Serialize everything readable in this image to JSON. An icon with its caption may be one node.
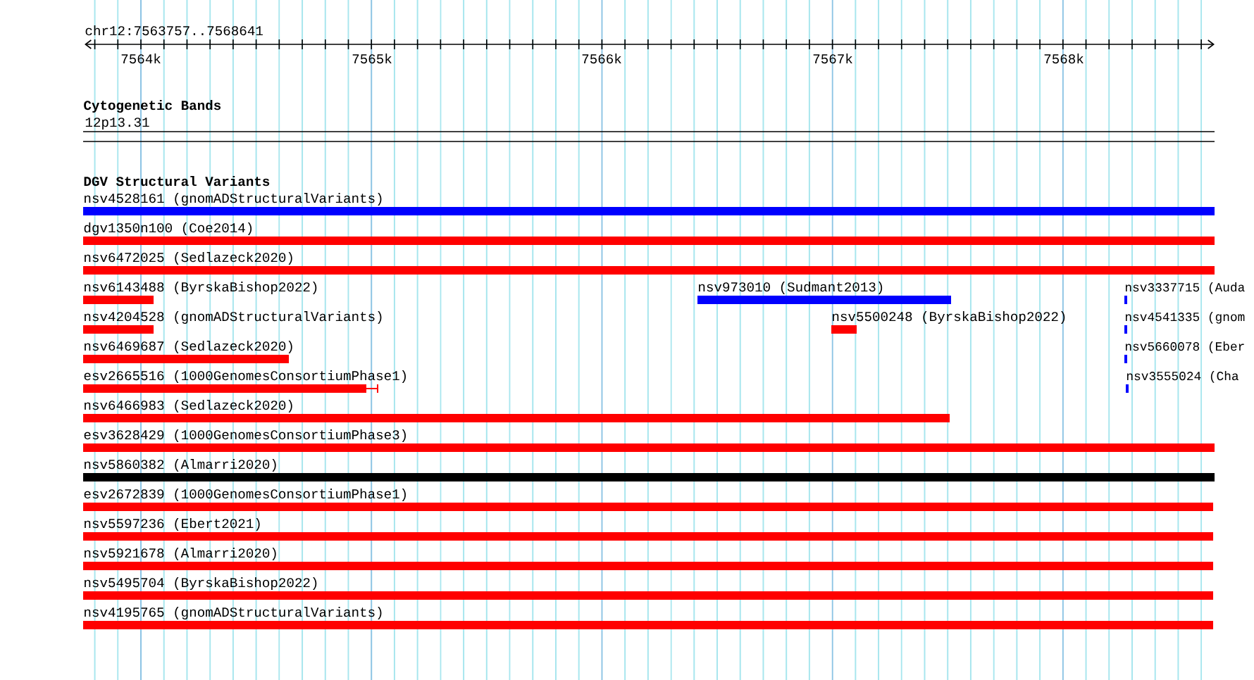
{
  "diagram": {
    "labels": [
      "chr12:7563757..7568641",
      "7564k",
      "7565k",
      "7566k",
      "7567k",
      "7568k",
      "Cytogenetic Bands",
      "12p13.31",
      "DGV Structural Variants",
      "nsv4528161 (gnomADStructuralVariants)",
      "dgv1350n100 (Coe2014)",
      "nsv6472025 (Sedlazeck2020)",
      "nsv6143488 (ByrskaBishop2022)",
      "nsv973010 (Sudmant2013)",
      "nsv3337715 (Auda",
      "nsv4204528 (gnomADStructuralVariants)",
      "nsv5500248 (ByrskaBishop2022)",
      "nsv4541335 (gnom",
      "nsv6469687 (Sedlazeck2020)",
      "nsv5660078 (Eber",
      "esv2665516 (1000GenomesConsortiumPhase1)",
      "nsv3555024 (Cha",
      "nsv6466983 (Sedlazeck2020)",
      "esv3628429 (1000GenomesConsortiumPhase3)",
      "nsv5860382 (Almarri2020)",
      "esv2672839 (1000GenomesConsortiumPhase1)",
      "nsv5597236 (Ebert2021)",
      "nsv5921678 (Almarri2020)",
      "nsv5495704 (ByrskaBishop2022)",
      "nsv4195765 (gnomADStructuralVariants)"
    ]
  }
}
